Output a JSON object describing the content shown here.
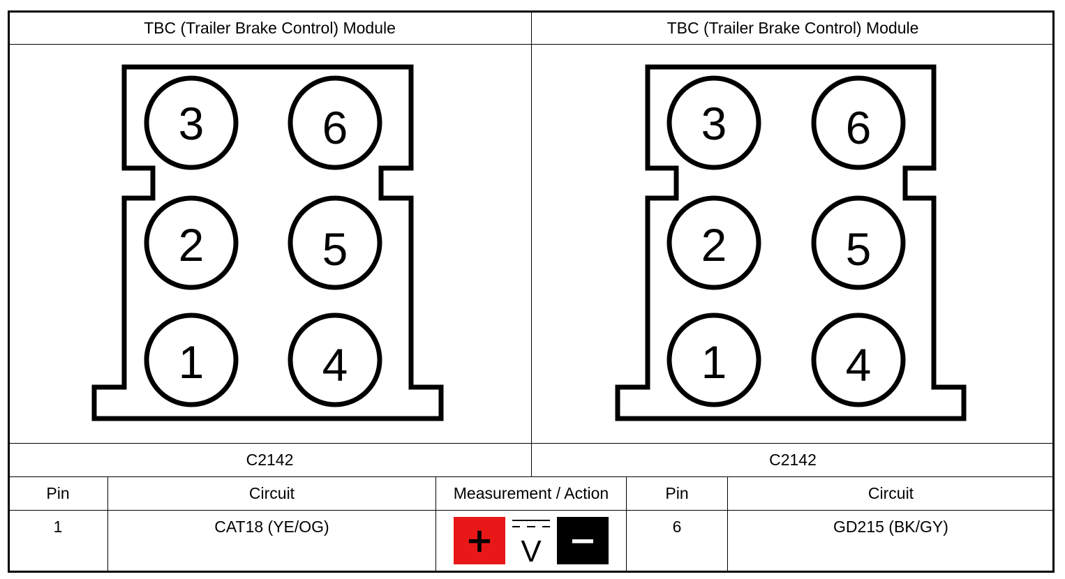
{
  "panels": [
    {
      "title": "TBC (Trailer Brake Control) Module",
      "connector_id": "C2142",
      "pins": {
        "p1": "1",
        "p2": "2",
        "p3": "3",
        "p4": "4",
        "p5": "5",
        "p6": "6"
      }
    },
    {
      "title": "TBC (Trailer Brake Control) Module",
      "connector_id": "C2142",
      "pins": {
        "p1": "1",
        "p2": "2",
        "p3": "3",
        "p4": "4",
        "p5": "5",
        "p6": "6"
      }
    }
  ],
  "table": {
    "headers": [
      "Pin",
      "Circuit",
      "Measurement / Action",
      "Pin",
      "Circuit"
    ],
    "row": {
      "pin_a": "1",
      "circuit_a": "CAT18 (YE/OG)",
      "measurement_icon": "dc-voltmeter-icon",
      "pin_b": "6",
      "circuit_b": "GD215 (BK/GY)"
    }
  },
  "meter": {
    "positive_symbol": "+",
    "negative_symbol": "−",
    "unit": "V",
    "colors": {
      "positive": "#e81818",
      "negative": "#000000"
    }
  }
}
